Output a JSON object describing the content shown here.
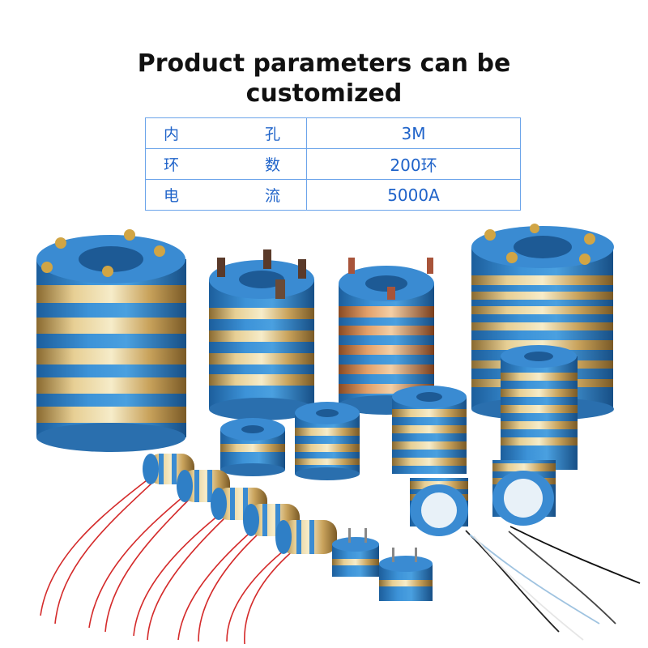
{
  "headline": {
    "line1": "Product parameters can be",
    "line2": "customized"
  },
  "parameters": [
    {
      "label": "内    孔",
      "value": "3M"
    },
    {
      "label": "环    数",
      "value": "200环"
    },
    {
      "label": "电    流",
      "value": "5000A"
    }
  ],
  "colors": {
    "accent_blue": "#1f63c9",
    "body_blue": "#2f7fc6",
    "ring_gold": "#d4b070",
    "wire_red": "#d42a2a"
  },
  "photo": {
    "subject": "slip-ring-assortment"
  }
}
